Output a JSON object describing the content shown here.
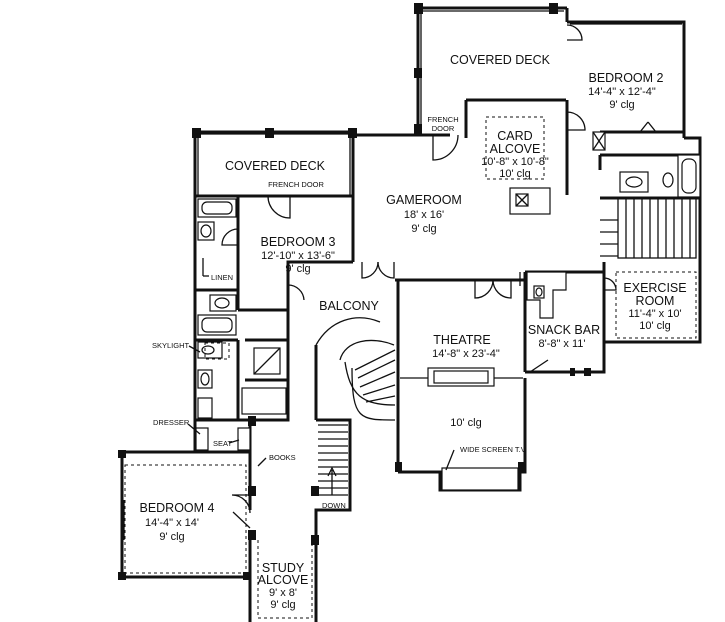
{
  "rooms": {
    "covered_deck_upper": {
      "name": "COVERED DECK"
    },
    "bedroom2": {
      "name": "BEDROOM 2",
      "dims": "14'-4\" x 12'-4\"",
      "clg": "9' clg"
    },
    "card_alcove": {
      "name1": "CARD",
      "name2": "ALCOVE",
      "dims": "10'-8\" x 10'-8\"",
      "clg": "10' clg"
    },
    "covered_deck_left": {
      "name": "COVERED DECK"
    },
    "gameroom": {
      "name": "GAMEROOM",
      "dims": "18' x 16'",
      "clg": "9' clg"
    },
    "bedroom3": {
      "name": "BEDROOM 3",
      "dims": "12'-10\" x 13'-6\"",
      "clg": "9' clg"
    },
    "exercise": {
      "name1": "EXERCISE",
      "name2": "ROOM",
      "dims": "11'-4\" x 10'",
      "clg": "10' clg"
    },
    "balcony": {
      "name": "BALCONY"
    },
    "theatre": {
      "name": "THEATRE",
      "dims": "14'-8\" x 23'-4\"",
      "clg": "10' clg"
    },
    "snack_bar": {
      "name": "SNACK BAR",
      "dims": "8'-8\" x 11'"
    },
    "bedroom4": {
      "name": "BEDROOM 4",
      "dims": "14'-4\" x 14'",
      "clg": "9' clg"
    },
    "study": {
      "name1": "STUDY",
      "name2": "ALCOVE",
      "dims": "9' x 8'",
      "clg": "9' clg"
    }
  },
  "notes": {
    "french_door_deck": {
      "line1": "FRENCH",
      "line2": "DOOR"
    },
    "french_door_bed3": "FRENCH DOOR",
    "linen": "LINEN",
    "skylight": "SKYLIGHT",
    "dresser": "DRESSER",
    "seat": "SEAT",
    "books": "BOOKS",
    "down": "DOWN",
    "wide_screen": "WIDE SCREEN T.V."
  }
}
